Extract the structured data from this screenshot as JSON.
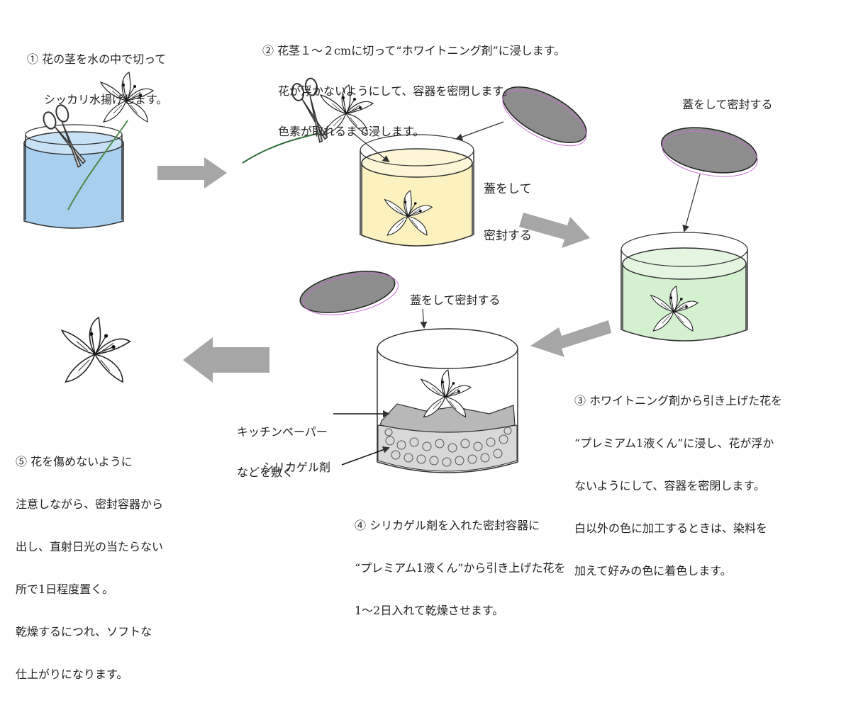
{
  "steps": {
    "s1": [
      "① 花の茎を水の中で切って",
      "シッカリ水揚げします。"
    ],
    "s2": [
      "② 花茎１～２cmに切って“ホワイトニング剤”に浸します。",
      "花が浮かないようにして、容器を密閉します。",
      "色素が取れるまで浸します。"
    ],
    "s3": [
      "③ ホワイトニング剤から引き上げた花を",
      "“プレミアム1液くん”に浸し、花が浮か",
      "ないようにして、容器を密閉します。",
      "白以外の色に加工するときは、染料を",
      "加えて好みの色に着色します。"
    ],
    "s4": [
      "④ シリカゲル剤を入れた密封容器に",
      "“プレミアム1液くん”から引き上げた花を",
      "1～2日入れて乾燥させます。"
    ],
    "s5": [
      "⑤ 花を傷めないように",
      "注意しながら、密封容器から",
      "出し、直射日光の当たらない",
      "所で1日程度置く。",
      "乾燥するにつれ、ソフトな",
      "仕上がりになります。"
    ]
  },
  "labels": {
    "lid_seal_2": [
      "蓋をして",
      "密封する"
    ],
    "lid_seal_3": "蓋をして密封する",
    "lid_seal_4": "蓋をして密封する",
    "kitchen_paper": [
      "キッチンペーパー",
      "などを敷く"
    ],
    "silica_gel": "シリカゲル剤"
  },
  "colors": {
    "water_blue": "#a9cfee",
    "whitening_yellow": "#fbf2c0",
    "dye_green": "#d3f0cf",
    "lid_gray": "#8d8d8d",
    "arrow_gray": "#a6a6a6"
  },
  "icons": [
    "lily-flower-icon",
    "scissors-icon",
    "jar-icon",
    "lid-icon",
    "process-arrow-icon"
  ]
}
